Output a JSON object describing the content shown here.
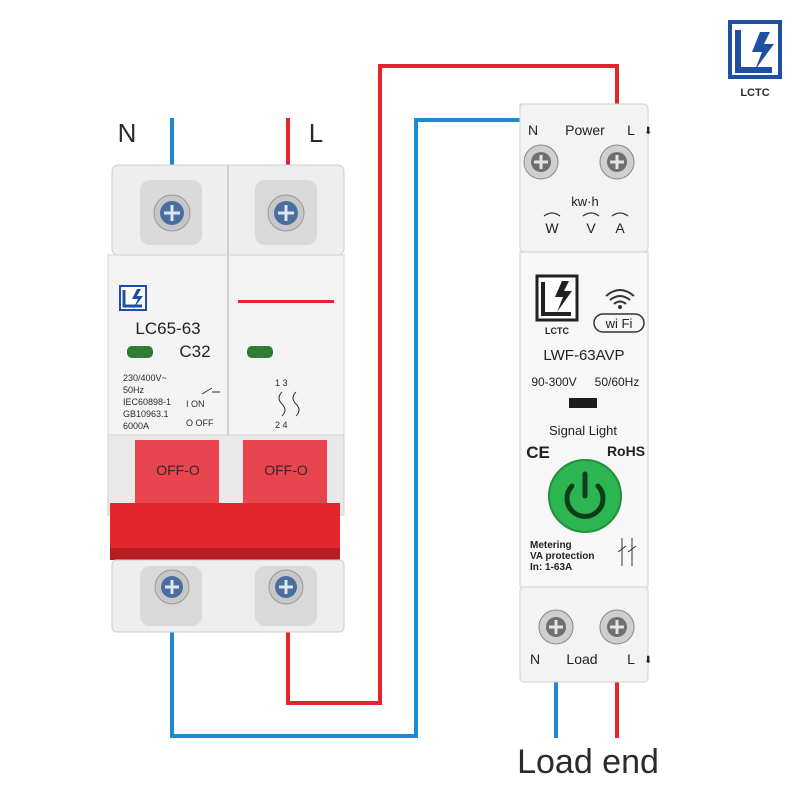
{
  "colors": {
    "neutral_wire": "#1e88d6",
    "live_wire": "#e3262d",
    "handle": "#e8454f",
    "power_button": "#2db552",
    "device_body": "#f2f2f2",
    "logo_blue": "#1f4fa3"
  },
  "supply_labels": {
    "neutral": "N",
    "live": "L"
  },
  "breaker": {
    "logo_text": "LCTC",
    "model": "LC65-63",
    "rating": "C32",
    "specs": [
      "230/400V~",
      "50Hz",
      "IEC60898-1",
      "GB10963.1",
      "6000A"
    ],
    "switch_on": "I  ON",
    "switch_off": "O  OFF",
    "pole_top_numbers": "1 3",
    "pole_bottom_numbers": "2 4",
    "handle_text": "OFF-O"
  },
  "meter": {
    "top_labels": {
      "neutral": "N",
      "power": "Power",
      "live": "L"
    },
    "measure_title": "kw·h",
    "measure_units": [
      "W",
      "V",
      "A"
    ],
    "logo_text": "LCTC",
    "wifi_label": "wi Fi",
    "model": "LWF-63AVP",
    "voltage_range": "90-300V",
    "frequency": "50/60Hz",
    "signal_light": "Signal Light",
    "ce_mark": "CE",
    "rohs": "RoHS",
    "notes": [
      "Metering",
      "VA protection",
      "In: 1-63A"
    ],
    "bottom_labels": {
      "neutral": "N",
      "load": "Load",
      "live": "L"
    }
  },
  "load_end_label": "Load end"
}
